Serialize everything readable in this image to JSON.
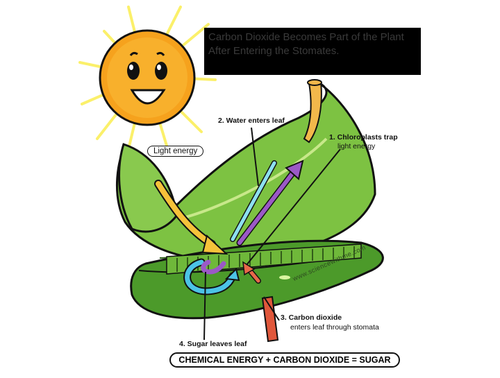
{
  "caption": "Carbon Dioxide Becomes Part of the Plant After Entering the Stomates.",
  "labels": {
    "light_energy": "Light energy",
    "water": "2. Water enters leaf",
    "chloroplasts_line1": "1. Chloroplasts trap",
    "chloroplasts_line2": "light energy",
    "co2_line1": "3. Carbon dioxide",
    "co2_line2": "enters leaf through stomata",
    "sugar": "4. Sugar leaves leaf"
  },
  "formula": "CHEMICAL ENERGY + CARBON DIOXIDE = SUGAR",
  "watermark": "www.sciencewithme.com",
  "colors": {
    "leaf_light": "#7dc242",
    "leaf_dark": "#4c9a2a",
    "sun": "#f6a21d",
    "sun_rays": "#fbf06a",
    "water_arrow": "#8de0ef",
    "chloroplast_arrow": "#9b59c6",
    "light_arrow": "#f6c23a",
    "sugar_arrow": "#4cc3e6",
    "co2_arrow": "#e8684a",
    "stem": "#e0573b"
  },
  "icons": [
    "smiling-sun-icon"
  ]
}
